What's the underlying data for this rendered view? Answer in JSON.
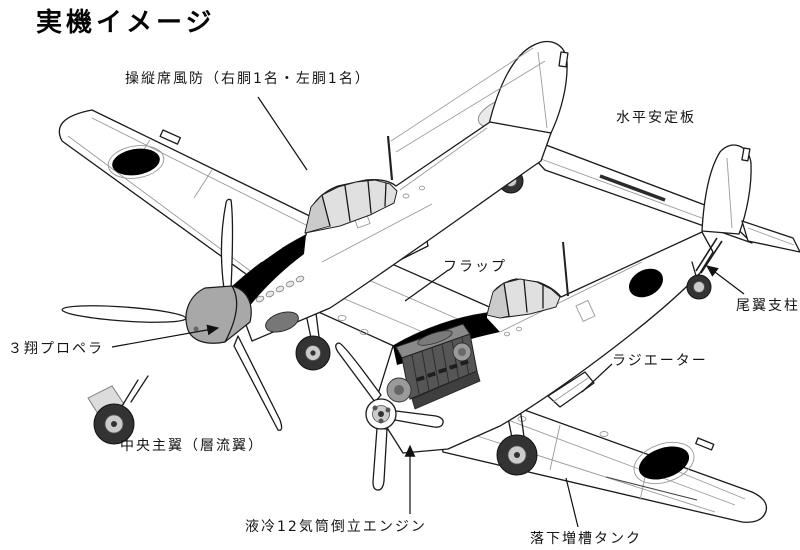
{
  "title": "実機イメージ",
  "labels": {
    "cockpit_canopy": "操縦席風防（右胴1名・左胴1名）",
    "horizontal_stabilizer": "水平安定板",
    "flap": "フラップ",
    "tail_strut": "尾翼支柱",
    "propeller": "３翔プロペラ",
    "radiator": "ラジエーター",
    "center_wing": "中央主翼（層流翼）",
    "engine": "液冷12気筒倒立エンジン",
    "drop_tank": "落下増槽タンク"
  },
  "colors": {
    "background": "#ffffff",
    "line": "#1a1a1a",
    "panel_line": "#9a9a9a",
    "insignia": "#000000",
    "canopy_tint": "#e0e0e0",
    "spinner": "#a8a8a8",
    "engine": "#565656"
  }
}
